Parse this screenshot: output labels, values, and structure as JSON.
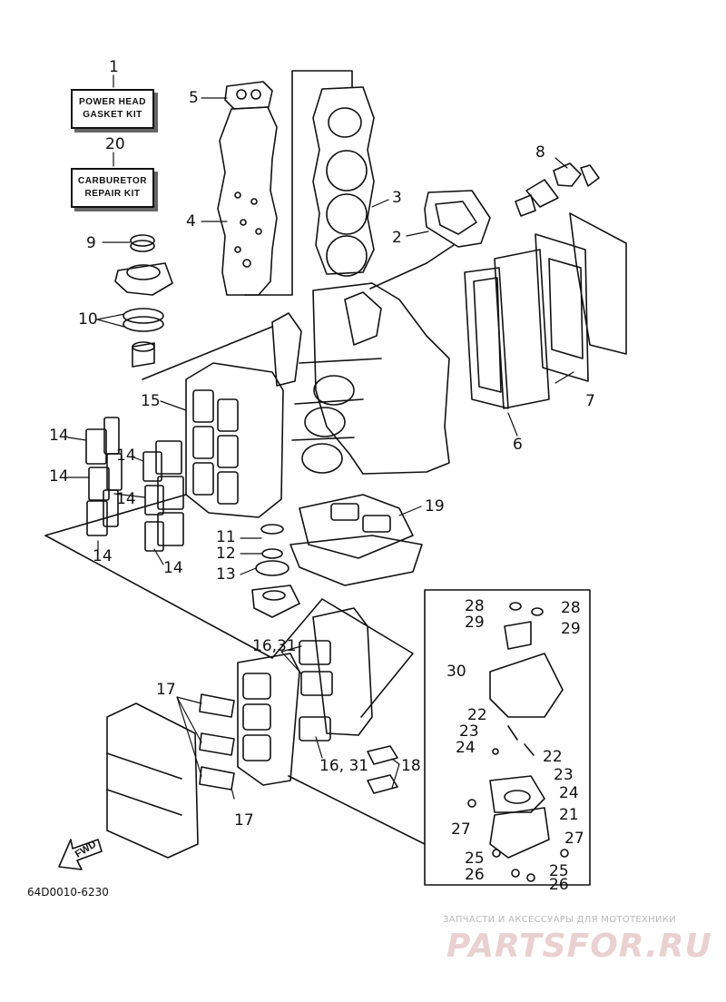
{
  "kits": [
    {
      "number": "1",
      "line1": "POWER HEAD",
      "line2": "GASKET KIT"
    },
    {
      "number": "20",
      "line1": "CARBURETOR",
      "line2": "REPAIR KIT"
    }
  ],
  "callouts": {
    "c2": "2",
    "c3": "3",
    "c4": "4",
    "c5": "5",
    "c6": "6",
    "c7": "7",
    "c8": "8",
    "c9": "9",
    "c10": "10",
    "c11": "11",
    "c12": "12",
    "c13": "13",
    "c14a": "14",
    "c14b": "14",
    "c14c": "14",
    "c14d": "14",
    "c14e": "14",
    "c14f": "14",
    "c15": "15",
    "c16a": "16,31",
    "c16b": "16, 31",
    "c17a": "17",
    "c17b": "17",
    "c18": "18",
    "c19": "19",
    "c21": "21",
    "c22a": "22",
    "c22b": "22",
    "c23a": "23",
    "c23b": "23",
    "c24a": "24",
    "c24b": "24",
    "c25a": "25",
    "c25b": "25",
    "c26a": "26",
    "c26b": "26",
    "c27a": "27",
    "c27b": "27",
    "c28a": "28",
    "c28b": "28",
    "c29a": "29",
    "c29b": "29",
    "c30": "30"
  },
  "fwd_label": "FWD",
  "part_code": "64D0010-6230",
  "watermark": {
    "caption": "ЗАПЧАСТИ И АКСЕССУАРЫ ДЛЯ МОТОТЕХНИКИ",
    "logo": "PARTSFOR.RU"
  }
}
